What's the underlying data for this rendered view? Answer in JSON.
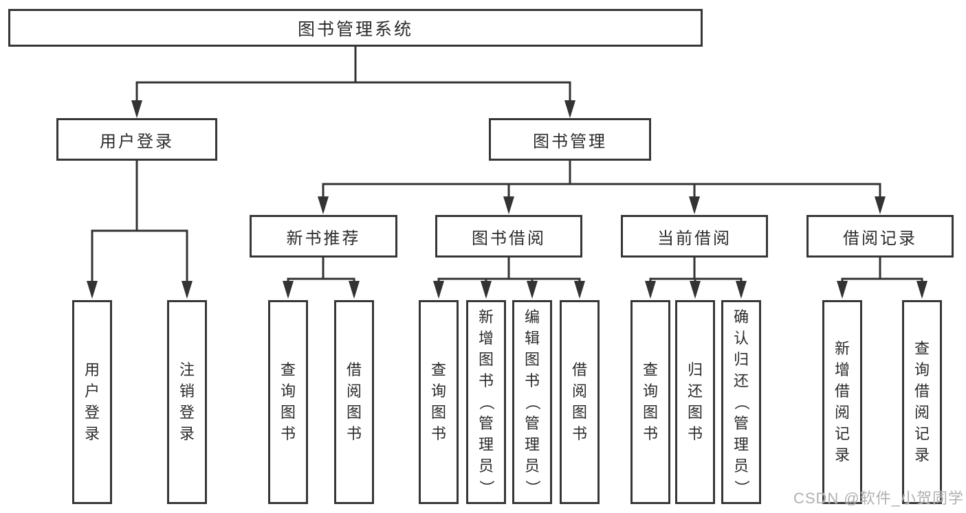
{
  "tree": {
    "label": "图书管理系统",
    "children": [
      {
        "label": "用户登录",
        "children": [
          {
            "label": "用户登录"
          },
          {
            "label": "注销登录"
          }
        ]
      },
      {
        "label": "图书管理",
        "children": [
          {
            "label": "新书推荐",
            "children": [
              {
                "label": "查询图书"
              },
              {
                "label": "借阅图书"
              }
            ]
          },
          {
            "label": "图书借阅",
            "children": [
              {
                "label": "查询图书"
              },
              {
                "label": "新增图书（管理员）"
              },
              {
                "label": "编辑图书（管理员）"
              },
              {
                "label": "借阅图书"
              }
            ]
          },
          {
            "label": "当前借阅",
            "children": [
              {
                "label": "查询图书"
              },
              {
                "label": "归还图书"
              },
              {
                "label": "确认归还（管理员）"
              }
            ]
          },
          {
            "label": "借阅记录",
            "children": [
              {
                "label": "新增借阅记录"
              },
              {
                "label": "查询借阅记录"
              }
            ]
          }
        ]
      }
    ]
  },
  "watermark": {
    "text": "CSDN @软件_小贺同学"
  },
  "colors": {
    "line": "#333333",
    "border": "#363636",
    "text": "#2b2b2b",
    "background": "#ffffff",
    "watermark": "#b0b0b0"
  }
}
